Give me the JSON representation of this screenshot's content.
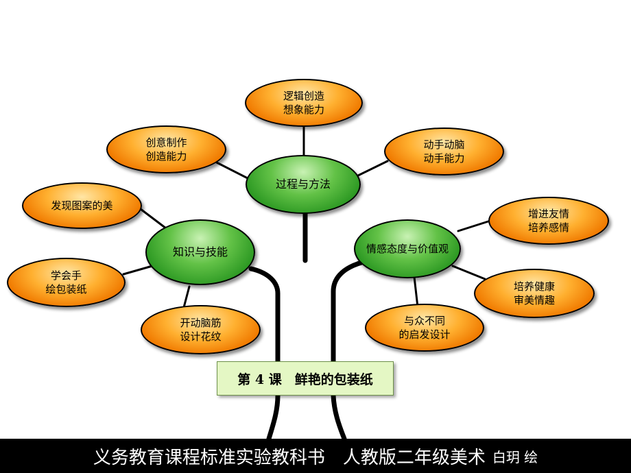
{
  "lesson_title": "第 4 课　鲜艳的包装纸",
  "hubs": {
    "process": "过程与方法",
    "knowledge": "知识与技能",
    "emotion": "情感态度与价值观"
  },
  "process_leaves": {
    "top": "逻辑创造\n想象能力",
    "left": "创意制作\n创造能力",
    "right": "动手动脑\n动手能力"
  },
  "knowledge_leaves": {
    "top": "发现图案的美",
    "left": "学会手\n绘包装纸",
    "bottom": "开动脑筋\n设计花纹"
  },
  "emotion_leaves": {
    "top": "增进友情\n培养感情",
    "right": "培养健康\n审美情趣",
    "bottom": "与众不同\n的启发设计"
  },
  "footer": {
    "main": "义务教育课程标准实验教科书　人教版二年级美术",
    "author": "白玥 绘"
  },
  "colors": {
    "leaf": "#f58a10",
    "hub": "#3fa832",
    "title_box": "#e4f7c4",
    "footer_bg": "#000000",
    "footer_text": "#ffffff"
  }
}
